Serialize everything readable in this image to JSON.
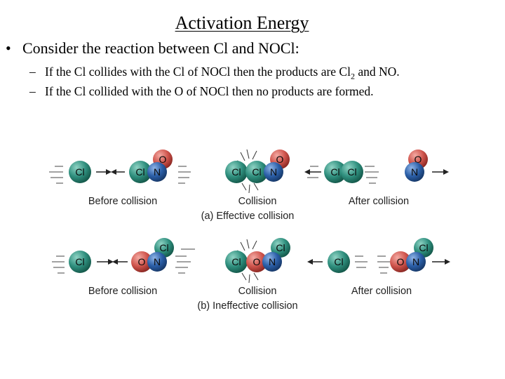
{
  "title": "Activation Energy",
  "bullet": {
    "marker": "•",
    "text": "Consider the reaction between Cl and NOCl:"
  },
  "subpoints": [
    {
      "marker": "–",
      "pre": "If the Cl collides with the Cl of NOCl then the products are Cl",
      "subscript": "2",
      "post": " and NO."
    },
    {
      "marker": "–",
      "text": "If the Cl collided with the O of NOCl then no products are formed."
    }
  ],
  "figure": {
    "effective": {
      "before_label": "Before collision",
      "collision_label": "Collision",
      "after_label": "After collision",
      "caption": "(a) Effective collision"
    },
    "ineffective": {
      "before_label": "Before collision",
      "collision_label": "Collision",
      "after_label": "After collision",
      "caption": "(b) Ineffective collision"
    },
    "atoms": {
      "Cl": {
        "label": "Cl",
        "color": "#2f8f7e"
      },
      "N": {
        "label": "N",
        "color": "#2b5fa8"
      },
      "O": {
        "label": "O",
        "color": "#d0554d"
      }
    }
  }
}
